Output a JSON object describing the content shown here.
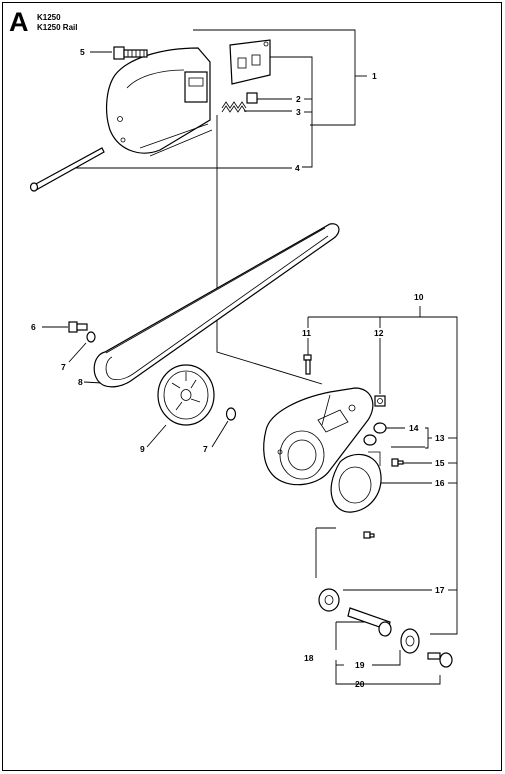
{
  "section": {
    "letter": "A",
    "models": [
      "K1250",
      "K1250 Rail"
    ]
  },
  "callouts": {
    "c1": "1",
    "c2": "2",
    "c3": "3",
    "c4": "4",
    "c5": "5",
    "c6": "6",
    "c7a": "7",
    "c7b": "7",
    "c8": "8",
    "c9": "9",
    "c10": "10",
    "c11": "11",
    "c12": "12",
    "c13": "13",
    "c14": "14",
    "c15": "15",
    "c16": "16",
    "c17": "17",
    "c18": "18",
    "c19": "19",
    "c20": "20"
  },
  "colors": {
    "line": "#000000",
    "background": "#ffffff"
  }
}
